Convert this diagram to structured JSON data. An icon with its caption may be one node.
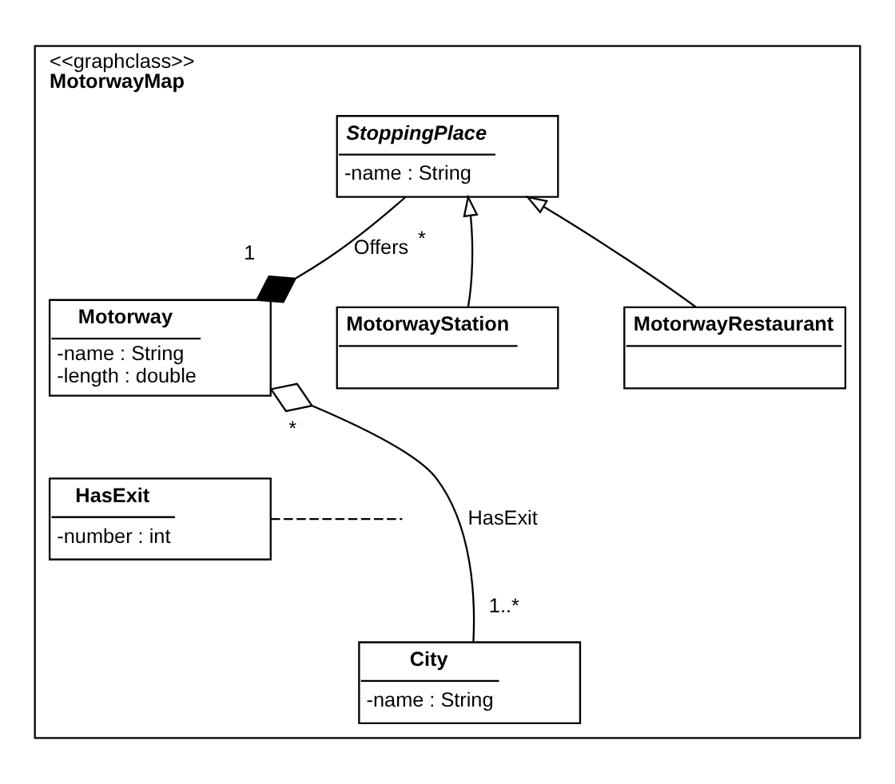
{
  "diagram": {
    "nodes": [
      {
        "text": [
          "<<graphclass>>",
          "MotorwayMap"
        ]
      },
      {
        "text": [
          "StoppingPlace",
          "-name : String"
        ],
        "in": 0
      },
      {
        "text": [
          "Motorway",
          "-name : String",
          "-length : double"
        ],
        "in": 0
      },
      {
        "text": [
          "MotorwayStation"
        ],
        "in": 0
      },
      {
        "text": [
          "MotorwayRestaurant"
        ],
        "in": 0
      },
      {
        "text": [
          "HasExit",
          "-number : int"
        ],
        "in": 0
      },
      {
        "text": [
          "City",
          "-name : String"
        ],
        "in": 0
      }
    ],
    "edges": [
      {
        "from": 2,
        "to": 1,
        "arrow": "other",
        "label": "Offers"
      },
      {
        "from": 3,
        "to": 1,
        "arrow": "to"
      },
      {
        "from": 4,
        "to": 1,
        "arrow": "to"
      },
      {
        "from": 2,
        "to": 6,
        "arrow": "other",
        "label": "HasExit"
      },
      {
        "from": 5,
        "to": null,
        "arrow": "none",
        "style": "dashed"
      }
    ],
    "labels": [
      "1",
      "*",
      "*",
      "1..*"
    ]
  }
}
